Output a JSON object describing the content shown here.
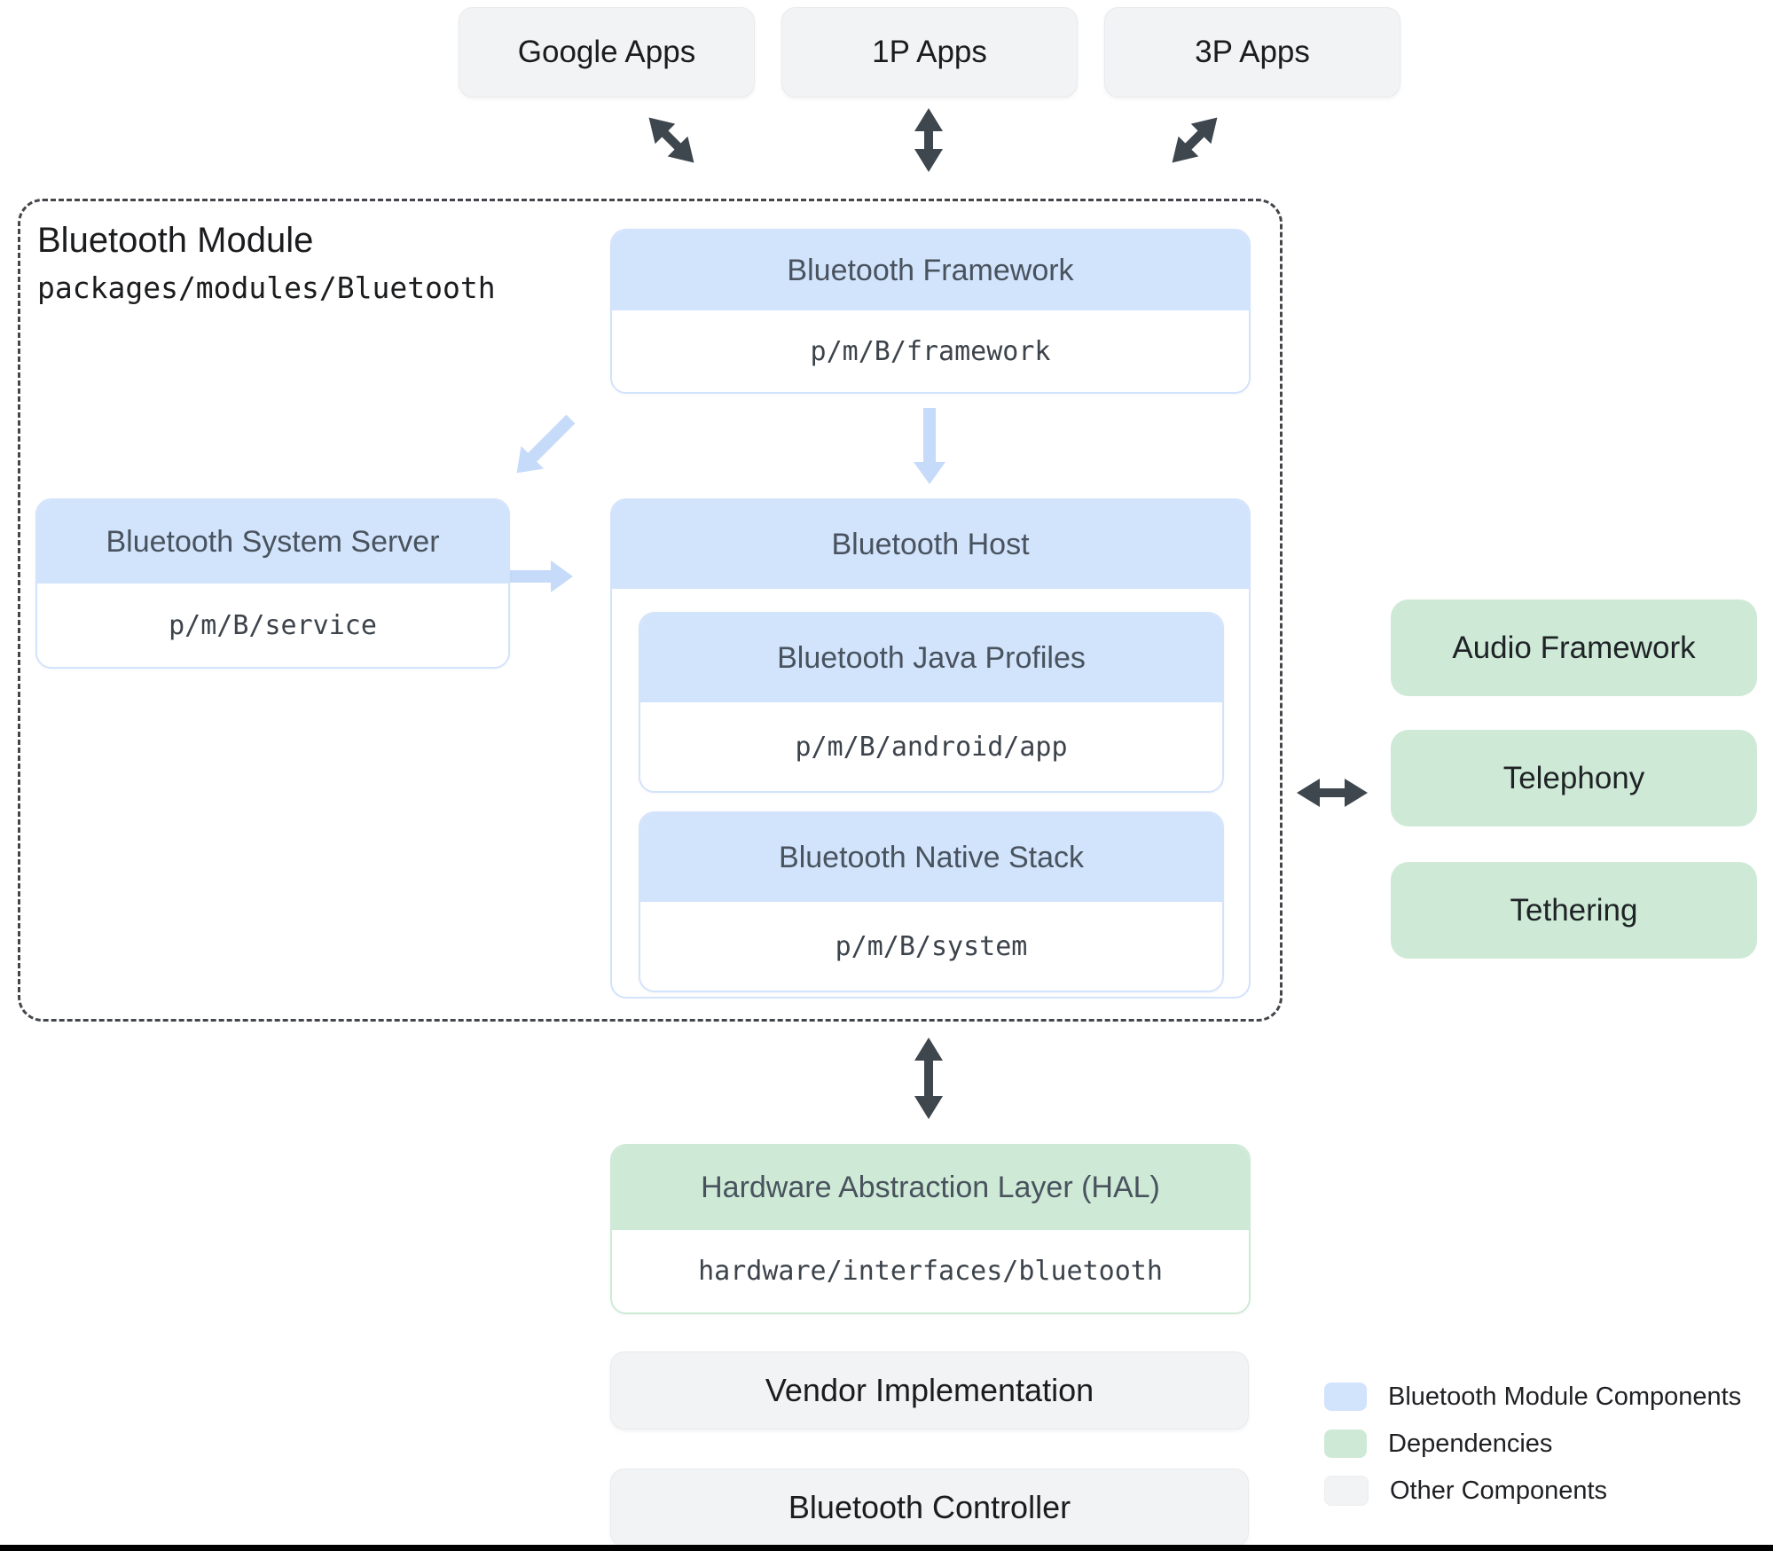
{
  "top_apps": {
    "items": [
      {
        "label": "Google Apps"
      },
      {
        "label": "1P Apps"
      },
      {
        "label": "3P Apps"
      }
    ]
  },
  "module": {
    "title": "Bluetooth Module",
    "path": "packages/modules/Bluetooth",
    "framework": {
      "title": "Bluetooth Framework",
      "path": "p/m/B/framework"
    },
    "system_server": {
      "title": "Bluetooth System Server",
      "path": "p/m/B/service"
    },
    "host": {
      "title": "Bluetooth Host",
      "java_profiles": {
        "title": "Bluetooth Java Profiles",
        "path": "p/m/B/android/app"
      },
      "native_stack": {
        "title": "Bluetooth Native Stack",
        "path": "p/m/B/system"
      }
    }
  },
  "dependencies": {
    "items": [
      {
        "label": "Audio Framework"
      },
      {
        "label": "Telephony"
      },
      {
        "label": "Tethering"
      }
    ]
  },
  "hal": {
    "title": "Hardware Abstraction Layer (HAL)",
    "path": "hardware/interfaces/bluetooth"
  },
  "others": {
    "items": [
      {
        "label": "Vendor Implementation"
      },
      {
        "label": "Bluetooth Controller"
      }
    ]
  },
  "legend": {
    "items": [
      {
        "label": "Bluetooth Module Components",
        "color": "#d2e3fc"
      },
      {
        "label": "Dependencies",
        "color": "#ceead6"
      },
      {
        "label": "Other Components",
        "color": "#f1f3f4"
      }
    ]
  },
  "colors": {
    "module_fill": "#d2e3fc",
    "dependency_fill": "#ceead6",
    "other_fill": "#f1f3f4",
    "arrow_dark": "#3e464e",
    "arrow_light": "#c6dafa"
  }
}
